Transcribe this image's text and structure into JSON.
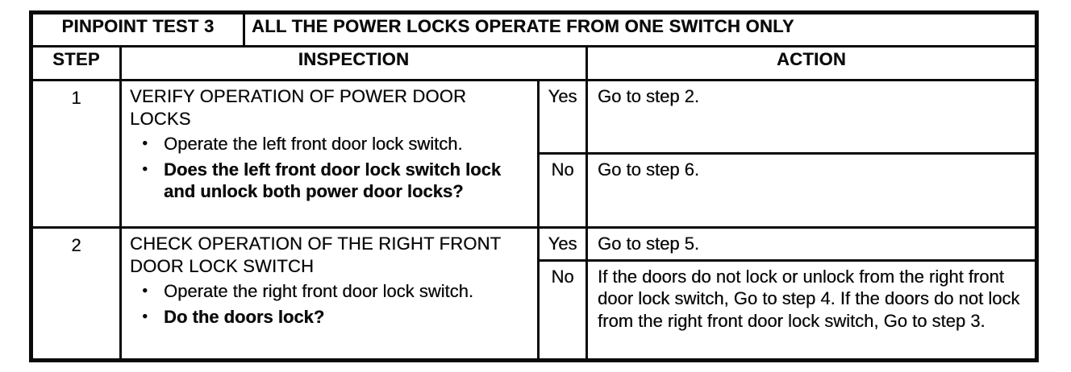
{
  "table": {
    "title_row": {
      "test_label": "PINPOINT TEST 3",
      "test_description": "ALL THE POWER LOCKS OPERATE FROM ONE SWITCH ONLY"
    },
    "header_row": {
      "step": "STEP",
      "inspection": "INSPECTION",
      "action": "ACTION"
    },
    "steps": [
      {
        "number": "1",
        "title": "VERIFY OPERATION OF POWER DOOR LOCKS",
        "bullets": [
          {
            "text": "Operate the left front door lock switch.",
            "bold": false
          },
          {
            "text": "Does the left front door lock switch lock and unlock both power door locks?",
            "bold": true
          }
        ],
        "results": [
          {
            "verdict": "Yes",
            "action": "Go to step 2."
          },
          {
            "verdict": "No",
            "action": "Go to step 6."
          }
        ]
      },
      {
        "number": "2",
        "title": "CHECK OPERATION OF THE RIGHT FRONT DOOR LOCK SWITCH",
        "bullets": [
          {
            "text": "Operate the right front door lock switch.",
            "bold": false
          },
          {
            "text": "Do the doors lock?",
            "bold": true
          }
        ],
        "results": [
          {
            "verdict": "Yes",
            "action": "Go to step 5."
          },
          {
            "verdict": "No",
            "action": "If the doors do not lock or unlock from the right front door lock switch, Go to step 4. If the doors do not lock from the right front door lock switch, Go to step 3."
          }
        ]
      }
    ]
  },
  "colors": {
    "border": "#0a0a0a",
    "text": "#0b0b0b",
    "background": "#ffffff"
  }
}
